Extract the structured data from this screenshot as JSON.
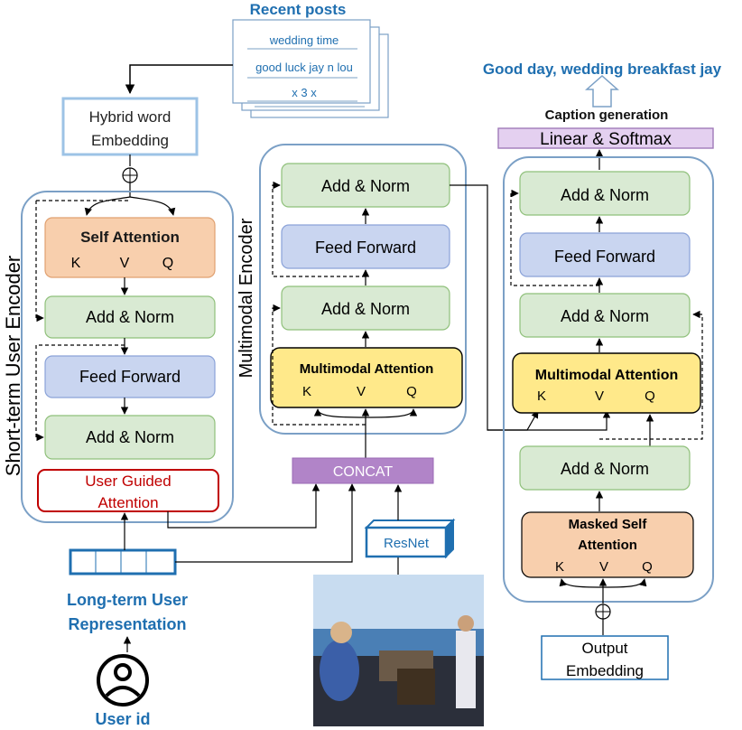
{
  "recent_posts": {
    "title": "Recent posts",
    "items": [
      "wedding time",
      "good luck jay n lou",
      "x 3 x"
    ]
  },
  "output_caption": "Good day, wedding breakfast jay",
  "caption_generation": "Caption generation",
  "linear_softmax": "Linear & Softmax",
  "hybrid_embedding": [
    "Hybrid word",
    "Embedding"
  ],
  "user_encoder": {
    "title": "Short-term User Encoder",
    "self_attention": "Self Attention",
    "kvq": [
      "K",
      "V",
      "Q"
    ],
    "add_norm": "Add & Norm",
    "feed_forward": "Feed Forward",
    "user_guided": [
      "User Guided",
      "Attention"
    ]
  },
  "multimodal_encoder": {
    "title": "Multimodal Encoder",
    "add_norm": "Add & Norm",
    "feed_forward": "Feed Forward",
    "multimodal_attention": "Multimodal Attention",
    "kvq": [
      "K",
      "V",
      "Q"
    ]
  },
  "concat": "CONCAT",
  "resnet": "ResNet",
  "long_term": [
    "Long-term User",
    "Representation"
  ],
  "user_id": "User id",
  "decoder": {
    "add_norm": "Add & Norm",
    "feed_forward": "Feed Forward",
    "multimodal_attention": "Multimodal Attention",
    "masked_self_attention": [
      "Masked Self",
      "Attention"
    ],
    "kvq": [
      "K",
      "V",
      "Q"
    ],
    "output_embedding": [
      "Output",
      "Embedding"
    ]
  },
  "colors": {
    "green": "#d9ead3",
    "blue": "#c9d5f0",
    "orange": "#f8cfad",
    "yellow": "#ffe98a",
    "purple": "#b184c8",
    "lavender": "#e4d0f0",
    "title_blue": "#1f6fb0",
    "red": "#c00000",
    "outline": "#7ba0c6"
  }
}
